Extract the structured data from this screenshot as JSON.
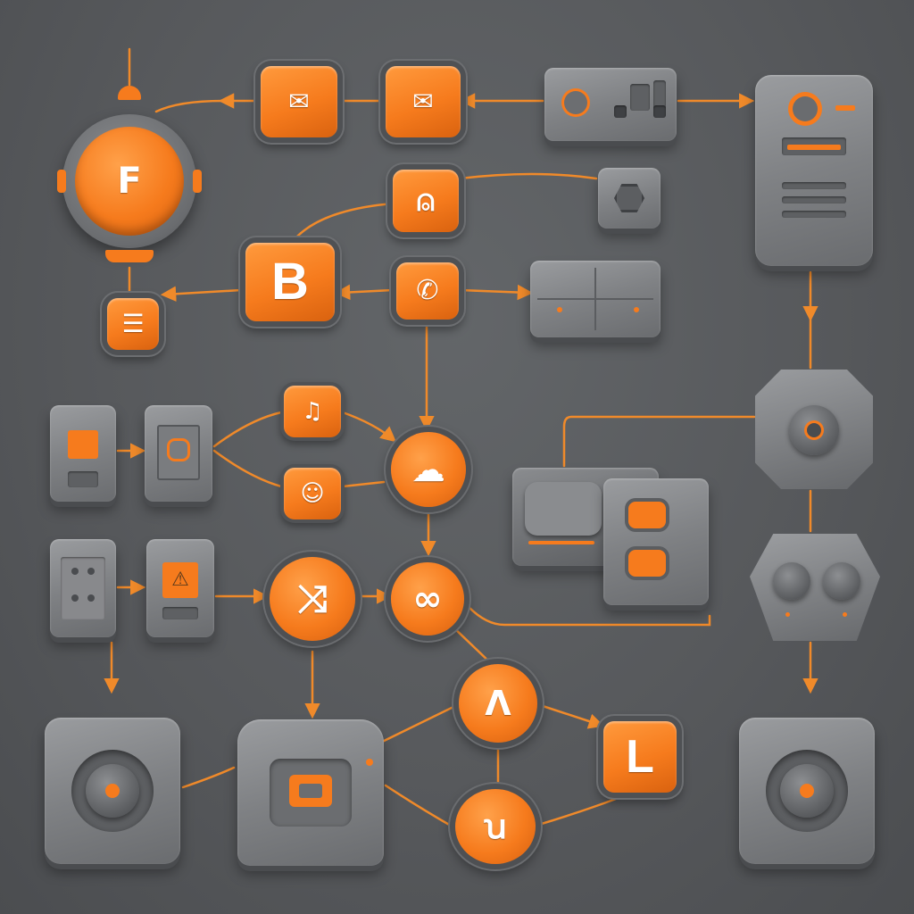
{
  "diagram": {
    "colors": {
      "background": "#595b5e",
      "accent": "#f67b1d",
      "panel": "#7f8184",
      "wire": "#f08a2a"
    },
    "nodes": [
      {
        "id": "globe-hub",
        "icon": "menu-lines-icon",
        "glyph": "F"
      },
      {
        "id": "mail-button-left",
        "icon": "mail-icon",
        "glyph": "✉"
      },
      {
        "id": "mail-button-right",
        "icon": "mail-icon",
        "glyph": "✉"
      },
      {
        "id": "control-panel-top",
        "icon": "switch-panel-icon"
      },
      {
        "id": "server-tower",
        "icon": "server-icon"
      },
      {
        "id": "user-button",
        "icon": "user-icon",
        "glyph": "⍝"
      },
      {
        "id": "hex-socket",
        "icon": "hex-nut-icon"
      },
      {
        "id": "b-button",
        "icon": "letter-b-icon",
        "glyph": "B"
      },
      {
        "id": "phone-button",
        "icon": "phone-icon",
        "glyph": "✆"
      },
      {
        "id": "small-list-button",
        "icon": "list-icon",
        "glyph": "☰"
      },
      {
        "id": "grid-panel",
        "icon": "grid-panel-icon"
      },
      {
        "id": "music-button",
        "icon": "music-icon",
        "glyph": "♫"
      },
      {
        "id": "face-button",
        "icon": "face-icon",
        "glyph": "☺"
      },
      {
        "id": "cloud-circle",
        "icon": "cloud-icon",
        "glyph": "☁"
      },
      {
        "id": "warning-panel-left",
        "icon": "person-icon"
      },
      {
        "id": "screen-panel-left",
        "icon": "screen-icon"
      },
      {
        "id": "hex-speaker",
        "icon": "speaker-icon"
      },
      {
        "id": "stacked-modules",
        "icon": "module-stack-icon"
      },
      {
        "id": "dots-panel",
        "icon": "dots-icon"
      },
      {
        "id": "warning-panel",
        "icon": "warning-icon",
        "glyph": "⚠"
      },
      {
        "id": "shuffle-circle",
        "icon": "shuffle-icon",
        "glyph": "⤨"
      },
      {
        "id": "link-circle",
        "icon": "link-icon",
        "glyph": "∞"
      },
      {
        "id": "hex-double-knob",
        "icon": "knob-icon"
      },
      {
        "id": "lambda-circle",
        "icon": "lambda-icon",
        "glyph": "Λ"
      },
      {
        "id": "l-button",
        "icon": "letter-l-icon",
        "glyph": "L"
      },
      {
        "id": "script-circle",
        "icon": "script-icon",
        "glyph": "ꭒ"
      },
      {
        "id": "speaker-block-left",
        "icon": "speaker-icon"
      },
      {
        "id": "camera-block",
        "icon": "camera-icon"
      },
      {
        "id": "speaker-block-right",
        "icon": "speaker-icon"
      }
    ]
  }
}
